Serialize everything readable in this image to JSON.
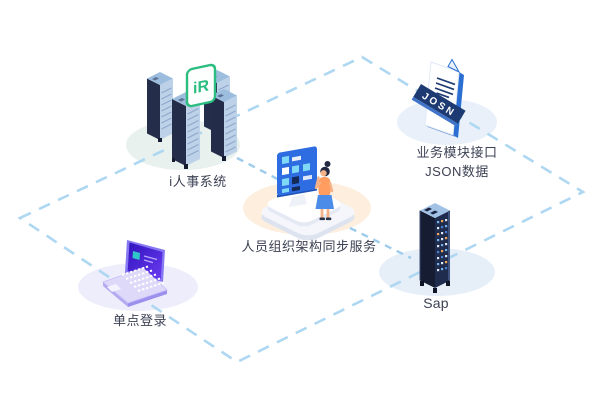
{
  "nodes": {
    "hr_system": {
      "label": "i人事系统",
      "badge_text": "iR"
    },
    "json_interface": {
      "label_line1": "业务模块接口",
      "label_line2": "JSON数据",
      "banner_text": "JOSN"
    },
    "sync_service": {
      "label": "人员组织架构同步服务"
    },
    "sso": {
      "label": "单点登录"
    },
    "sap": {
      "label": "Sap"
    }
  },
  "connections": [
    {
      "from": "hr_system",
      "to": "json_interface"
    },
    {
      "from": "json_interface",
      "to": "sap"
    },
    {
      "from": "sap",
      "to": "sso"
    },
    {
      "from": "sso",
      "to": "hr_system"
    },
    {
      "from": "hr_system",
      "to": "sync_service"
    },
    {
      "from": "sync_service",
      "to": "sap"
    }
  ],
  "colors": {
    "dashed_line": "#aed7f2",
    "connector_line": "#9ccbec",
    "accent_blue": "#2e6ce2",
    "doc_blue": "#2a6fd1",
    "navy": "#1d3b72",
    "badge_green": "#2bbd7f",
    "laptop_purple": "#8677f2",
    "label_text": "#3c4254"
  }
}
